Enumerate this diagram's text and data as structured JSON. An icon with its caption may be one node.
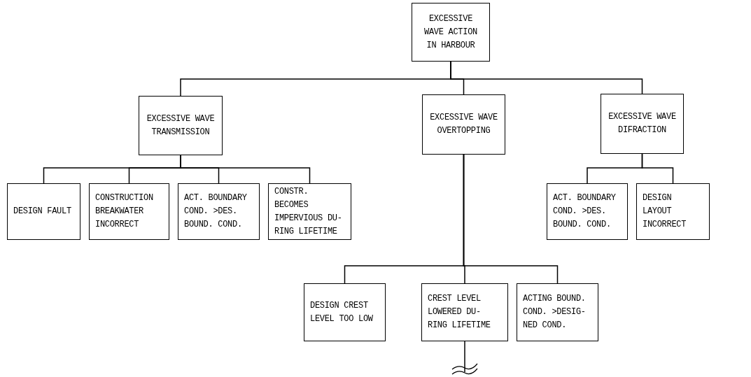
{
  "diagram": {
    "nodes": [
      {
        "text": [
          "EXCESSIVE WAVE ACTION IN HARBOUR"
        ]
      },
      {
        "text": [
          "EXCESSIVE WAVE TRANSMISSION"
        ]
      },
      {
        "text": [
          "EXCESSIVE WAVE OVERTOPPING"
        ]
      },
      {
        "text": [
          "EXCESSIVE WAVE DIFRACTION"
        ]
      },
      {
        "text": [
          "DESIGN FAULT"
        ]
      },
      {
        "text": [
          "CONSTRUCTION BREAKWATER INCORRECT"
        ]
      },
      {
        "text": [
          "ACT. BOUNDARY COND. >DES. BOUND. COND."
        ]
      },
      {
        "text": [
          "CONSTR. BECOMES IMPERVIOUS DU- RING LIFETIME"
        ]
      },
      {
        "text": [
          "ACT. BOUNDARY COND. >DES. BOUND. COND."
        ]
      },
      {
        "text": [
          "DESIGN LAYOUT INCORRECT"
        ]
      },
      {
        "text": [
          "DESIGN CREST LEVEL TOO LOW"
        ]
      },
      {
        "text": [
          "CREST LEVEL LOWERED DU- RING LIFETIME"
        ]
      },
      {
        "text": [
          "ACTING BOUND. COND. >DESIG- NED COND."
        ]
      }
    ],
    "edges": [
      {
        "from": 0,
        "to": 1,
        "arrow": "none"
      },
      {
        "from": 0,
        "to": 2,
        "arrow": "none"
      },
      {
        "from": 0,
        "to": 3,
        "arrow": "none"
      },
      {
        "from": 1,
        "to": 4,
        "arrow": "none"
      },
      {
        "from": 1,
        "to": 5,
        "arrow": "none"
      },
      {
        "from": 1,
        "to": 6,
        "arrow": "none"
      },
      {
        "from": 1,
        "to": 7,
        "arrow": "none"
      },
      {
        "from": 3,
        "to": 8,
        "arrow": "none"
      },
      {
        "from": 3,
        "to": 9,
        "arrow": "none"
      },
      {
        "from": 2,
        "to": 10,
        "arrow": "none"
      },
      {
        "from": 2,
        "to": 11,
        "arrow": "none"
      },
      {
        "from": 2,
        "to": 12,
        "arrow": "none"
      },
      {
        "from": 11,
        "to": null,
        "arrow": "none"
      }
    ]
  }
}
